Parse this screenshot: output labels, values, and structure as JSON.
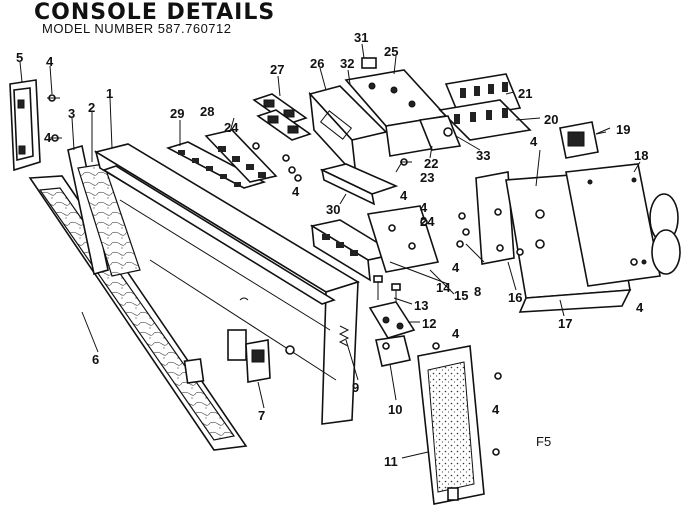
{
  "header": {
    "title": "CONSOLE DETAILS",
    "model_number": "MODEL NUMBER 587.760712"
  },
  "labels": {
    "l1": "1",
    "l2": "2",
    "l3": "3",
    "l4a": "4",
    "l4b": "4",
    "l4c": "4",
    "l4d": "4",
    "l4e": "4",
    "l4f": "4",
    "l4g": "4",
    "l4h": "4",
    "l4i": "4",
    "l4j": "4",
    "l5": "5",
    "l6": "6",
    "l7": "7",
    "l8": "8",
    "l9": "9",
    "l10": "10",
    "l11": "11",
    "l12": "12",
    "l13": "13",
    "l14": "14",
    "l15": "15",
    "l16": "16",
    "l17": "17",
    "l18": "18",
    "l19": "19",
    "l20": "20",
    "l21": "21",
    "l22": "22",
    "l23": "23",
    "l24a": "24",
    "l24b": "24",
    "l25": "25",
    "l26": "26",
    "l27": "27",
    "l28": "28",
    "l29": "29",
    "l30": "30",
    "l31": "31",
    "l32": "32",
    "l33": "33",
    "code": "F5"
  }
}
